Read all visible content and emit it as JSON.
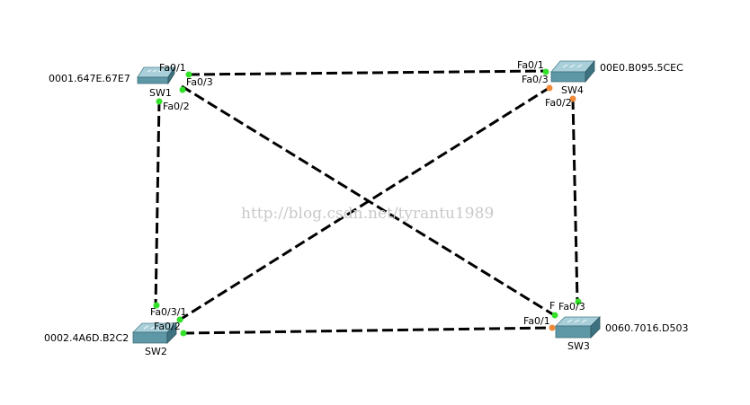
{
  "watermark": "http://blog.csdn.net/tyrantu1989",
  "colors": {
    "link_up": "#33e02a",
    "link_down": "#f08a3a",
    "cable": "#000000"
  },
  "switches": [
    {
      "id": "sw1",
      "name": "SW1",
      "mac": "0001.647E.67E7"
    },
    {
      "id": "sw2",
      "name": "SW2",
      "mac": "0002.4A6D.B2C2"
    },
    {
      "id": "sw3",
      "name": "SW3",
      "mac": "0060.7016.D503"
    },
    {
      "id": "sw4",
      "name": "SW4",
      "mac": "00E0.B095.5CEC"
    }
  ],
  "ports": {
    "sw1_fa01": "Fa0/1",
    "sw1_fa03": "Fa0/3",
    "sw1_fa02": "Fa0/2",
    "sw4_fa01": "Fa0/1",
    "sw4_fa03": "Fa0/3",
    "sw4_fa02": "Fa0/2",
    "sw2_fa03_1": "Fa0/3/1",
    "sw2_fa02": "Fa0/2",
    "sw3_f": "F",
    "sw3_fa03": "Fa0/3",
    "sw3_fa01": "Fa0/1"
  },
  "links": [
    {
      "from": "SW1 Fa0/1",
      "to": "SW4 Fa0/1",
      "from_state": "up",
      "to_state": "up"
    },
    {
      "from": "SW1 Fa0/2",
      "to": "SW2 Fa0/3",
      "from_state": "up",
      "to_state": "up"
    },
    {
      "from": "SW1 Fa0/3",
      "to": "SW3",
      "from_state": "up",
      "to_state": "up"
    },
    {
      "from": "SW4 Fa0/3",
      "to": "SW2 Fa0/1",
      "from_state": "down",
      "to_state": "up"
    },
    {
      "from": "SW4 Fa0/2",
      "to": "SW3 Fa0/3",
      "from_state": "down",
      "to_state": "up"
    },
    {
      "from": "SW2 Fa0/2",
      "to": "SW3 Fa0/1",
      "from_state": "up",
      "to_state": "down"
    }
  ]
}
